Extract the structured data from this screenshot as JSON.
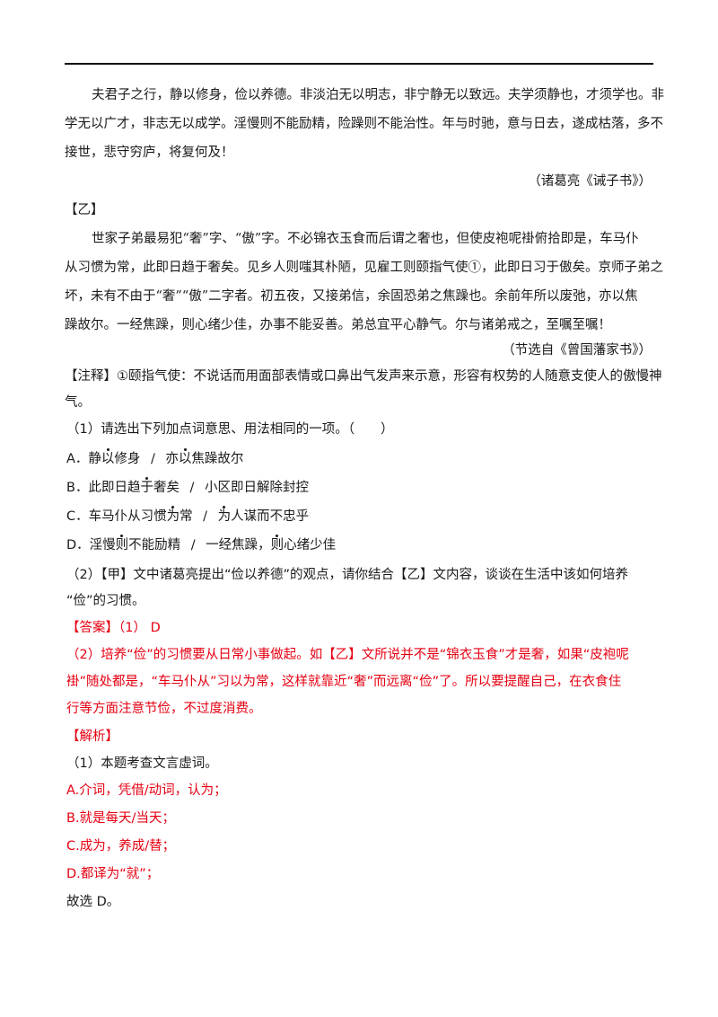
{
  "jia": {
    "line1": "夫君子之行，静以修身，俭以养德。非淡泊无以明志，非宁静无以致远。夫学须静也，才须学也。非",
    "line2": "学无以广才，非志无以成学。淫慢则不能励精，险躁则不能治性。年与时驰，意与日去，遂成枯落，多不",
    "line3": "接世，悲守穷庐，将复何及！",
    "source": "（诸葛亮《诫子书》）"
  },
  "yi": {
    "heading": "【乙】",
    "line1": "世家子弟最易犯“奢”字、“傲”字。不必锦衣玉食而后谓之奢也，但使皮袍呢褂俯拾即是，车马仆",
    "line2": "从习惯为常，此即日趋于奢矣。见乡人则嗤其朴陋，见雇工则颐指气使①，此即日习于傲矣。京师子弟之",
    "line3": "坏，未有不由于“奢”“傲”二字者。初五夜，又接弟信，余固恐弟之焦躁也。余前年所以废弛，亦以焦",
    "line4": "躁故尔。一经焦躁，则心绪少佳，办事不能妥善。弟总宜平心静气。尔与诸弟戒之，至嘱至嘱！",
    "source": "（节选自《曾国藩家书》）"
  },
  "note": {
    "line1": "【注释】①颐指气使：不说话而用面部表情或口鼻出气发声来示意，形容有权势的人随意支使人的傲慢神",
    "line2": "气。"
  },
  "q1": {
    "stem": "（1）请选出下列加点词意思、用法相同的一项。（　　）",
    "options": [
      {
        "pre1": "A．静",
        "dot1": "以",
        "post1": "修身",
        "sep": "/",
        "pre2": "亦",
        "dot2": "以",
        "post2": "焦躁故尔"
      },
      {
        "pre1": "B．此即日趋",
        "dot1": "于",
        "post1": "奢矣",
        "sep": "/",
        "pre2": "小区即日解除封控",
        "dot2": "",
        "post2": ""
      },
      {
        "pre1": "C．车马仆从习惯",
        "dot1": "为",
        "post1": "常",
        "sep": "/",
        "pre2": "",
        "dot2": "为",
        "post2": "人谋而不忠乎"
      },
      {
        "pre1": "D．淫慢",
        "dot1": "则",
        "post1": "不能励精",
        "sep": "/",
        "pre2": "一经焦躁，",
        "dot2": "则",
        "post2": "心绪少佳"
      }
    ]
  },
  "q2": {
    "line1": "（2）【甲】文中诸葛亮提出“俭以养德”的观点，请你结合【乙】文内容，谈谈在生活中该如何培养",
    "line2": "“俭”的习惯。"
  },
  "answer": {
    "line1": "【答案】（1）  D",
    "line2": "（2）培养“俭”的习惯要从日常小事做起。如【乙】文所说并不是“锦衣玉食”才是奢，如果“皮袍呢",
    "line3": "褂”随处都是，“车马仆从”习以为常，这样就靠近“奢”而远离“俭”了。所以要提醒自己，在衣食住",
    "line4": "行等方面注意节俭，不过度消费。"
  },
  "analysis": {
    "heading": "【解析】",
    "intro": "（1）本题考查文言虚词。",
    "items": [
      "A.介词，凭借/动词，认为；",
      "B.就是每天/当天；",
      "C.成为，养成/替；",
      "D.都译为“就”；"
    ],
    "conclusion": "故选 D。"
  },
  "colors": {
    "answer_red": "#e60012",
    "text": "#1a1a1a",
    "rule": "#111111"
  }
}
